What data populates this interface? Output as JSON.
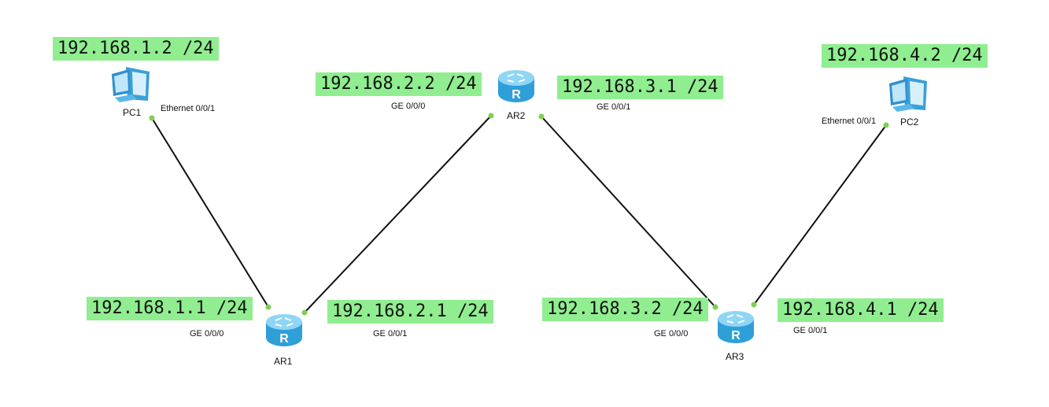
{
  "devices": {
    "pc1": {
      "name": "PC1",
      "icon": "pc-icon"
    },
    "pc2": {
      "name": "PC2",
      "icon": "pc-icon"
    },
    "ar1": {
      "name": "AR1",
      "icon": "router-icon"
    },
    "ar2": {
      "name": "AR2",
      "icon": "router-icon"
    },
    "ar3": {
      "name": "AR3",
      "icon": "router-icon"
    }
  },
  "ip_labels": {
    "pc1": "192.168.1.2 /24",
    "ar1_ge000": "192.168.1.1 /24",
    "ar1_ge001": "192.168.2.1 /24",
    "ar2_ge000": "192.168.2.2 /24",
    "ar2_ge001": "192.168.3.1 /24",
    "ar3_ge000": "192.168.3.2 /24",
    "ar3_ge001": "192.168.4.1 /24",
    "pc2": "192.168.4.2 /24"
  },
  "ports": {
    "pc1": "Ethernet 0/0/1",
    "ar1_ge000": "GE 0/0/0",
    "ar1_ge001": "GE 0/0/1",
    "ar2_ge000": "GE 0/0/0",
    "ar2_ge001": "GE 0/0/1",
    "ar3_ge000": "GE 0/0/0",
    "ar3_ge001": "GE 0/0/1",
    "pc2": "Ethernet 0/0/1"
  },
  "colors": {
    "ip_label_bg": "#90ee90",
    "link": "#111111",
    "port_dot": "#7cd151",
    "router_body": "#4fb8ea"
  }
}
